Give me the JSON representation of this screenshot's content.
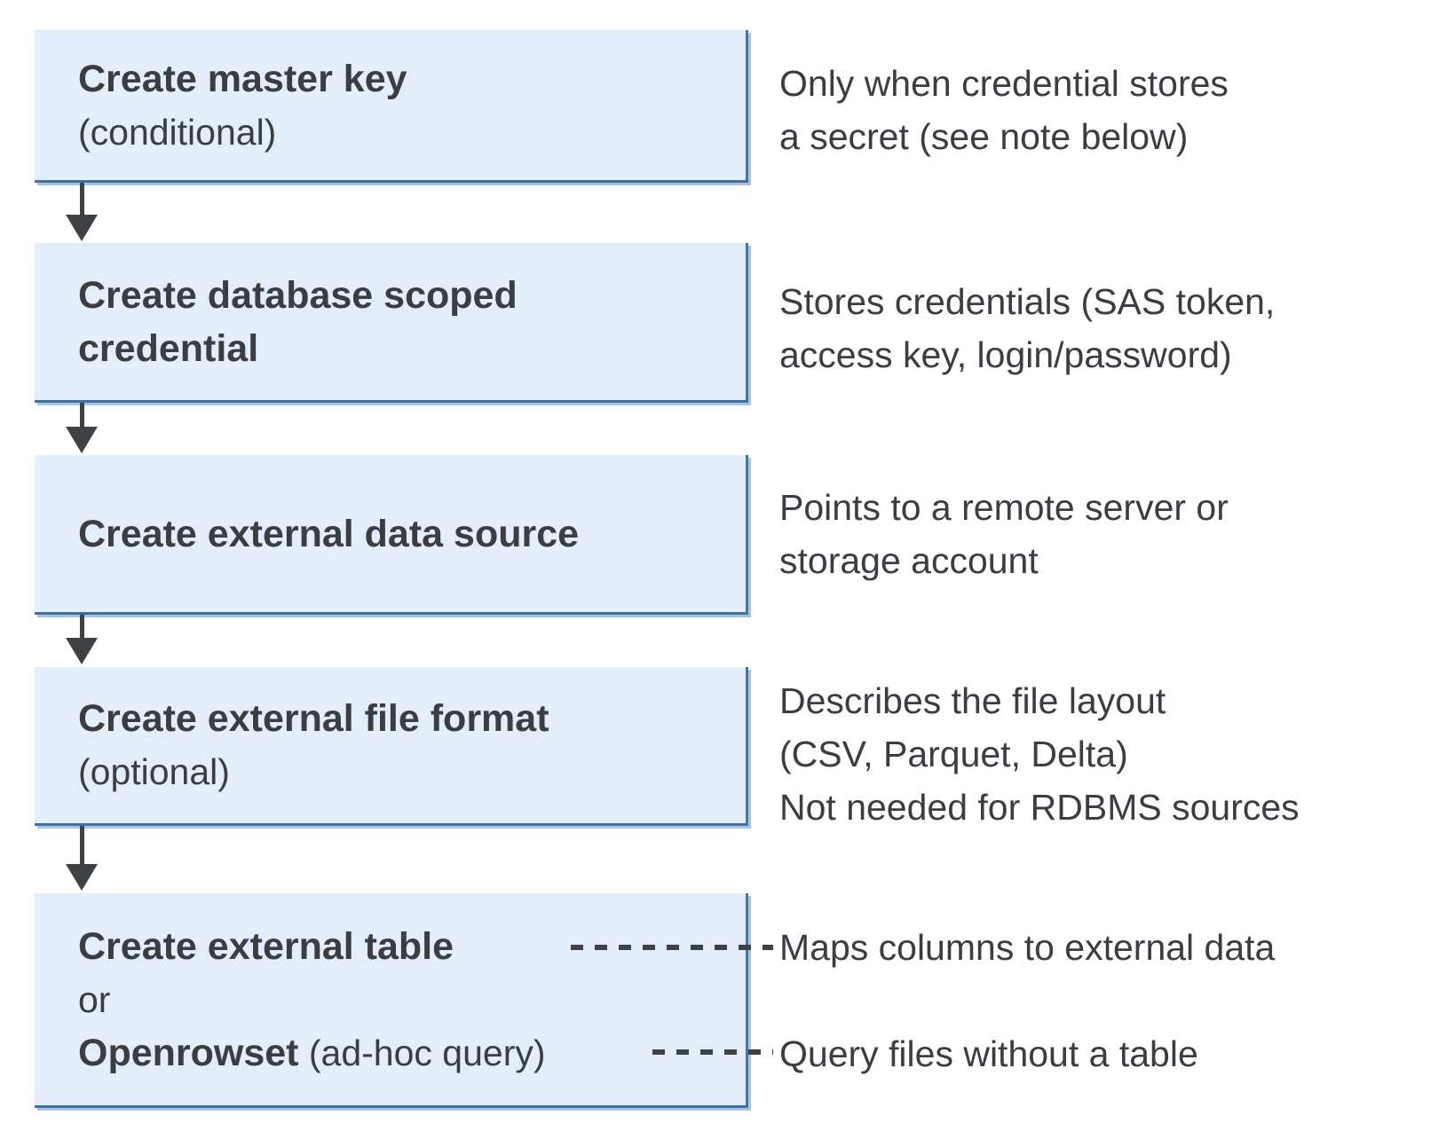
{
  "diagram": {
    "steps": [
      {
        "title": "Create master key",
        "note": "(conditional)",
        "description": "Only when credential stores\na secret (see note below)"
      },
      {
        "title": "Create database scoped\ncredential",
        "description": "Stores credentials (SAS token,\naccess key, login/password)"
      },
      {
        "title": "Create external data source",
        "description": "Points to a remote server or\nstorage account"
      },
      {
        "title": "Create external file format",
        "note": "(optional)",
        "description": "Describes the file layout\n(CSV, Parquet, Delta)\nNot needed for RDBMS sources"
      },
      {
        "title": "Create external table",
        "or_label": "or",
        "alt_title": "Openrowset",
        "alt_note": " (ad-hoc query)",
        "description_table": "Maps columns to external data",
        "description_openrowset": "Query files without a table"
      }
    ],
    "colors": {
      "box_fill": "#e4eefb",
      "box_border": "#40709f",
      "box_shadow": "#a5c4e6",
      "text": "#3a3d41",
      "connector": "#3f4245"
    }
  }
}
